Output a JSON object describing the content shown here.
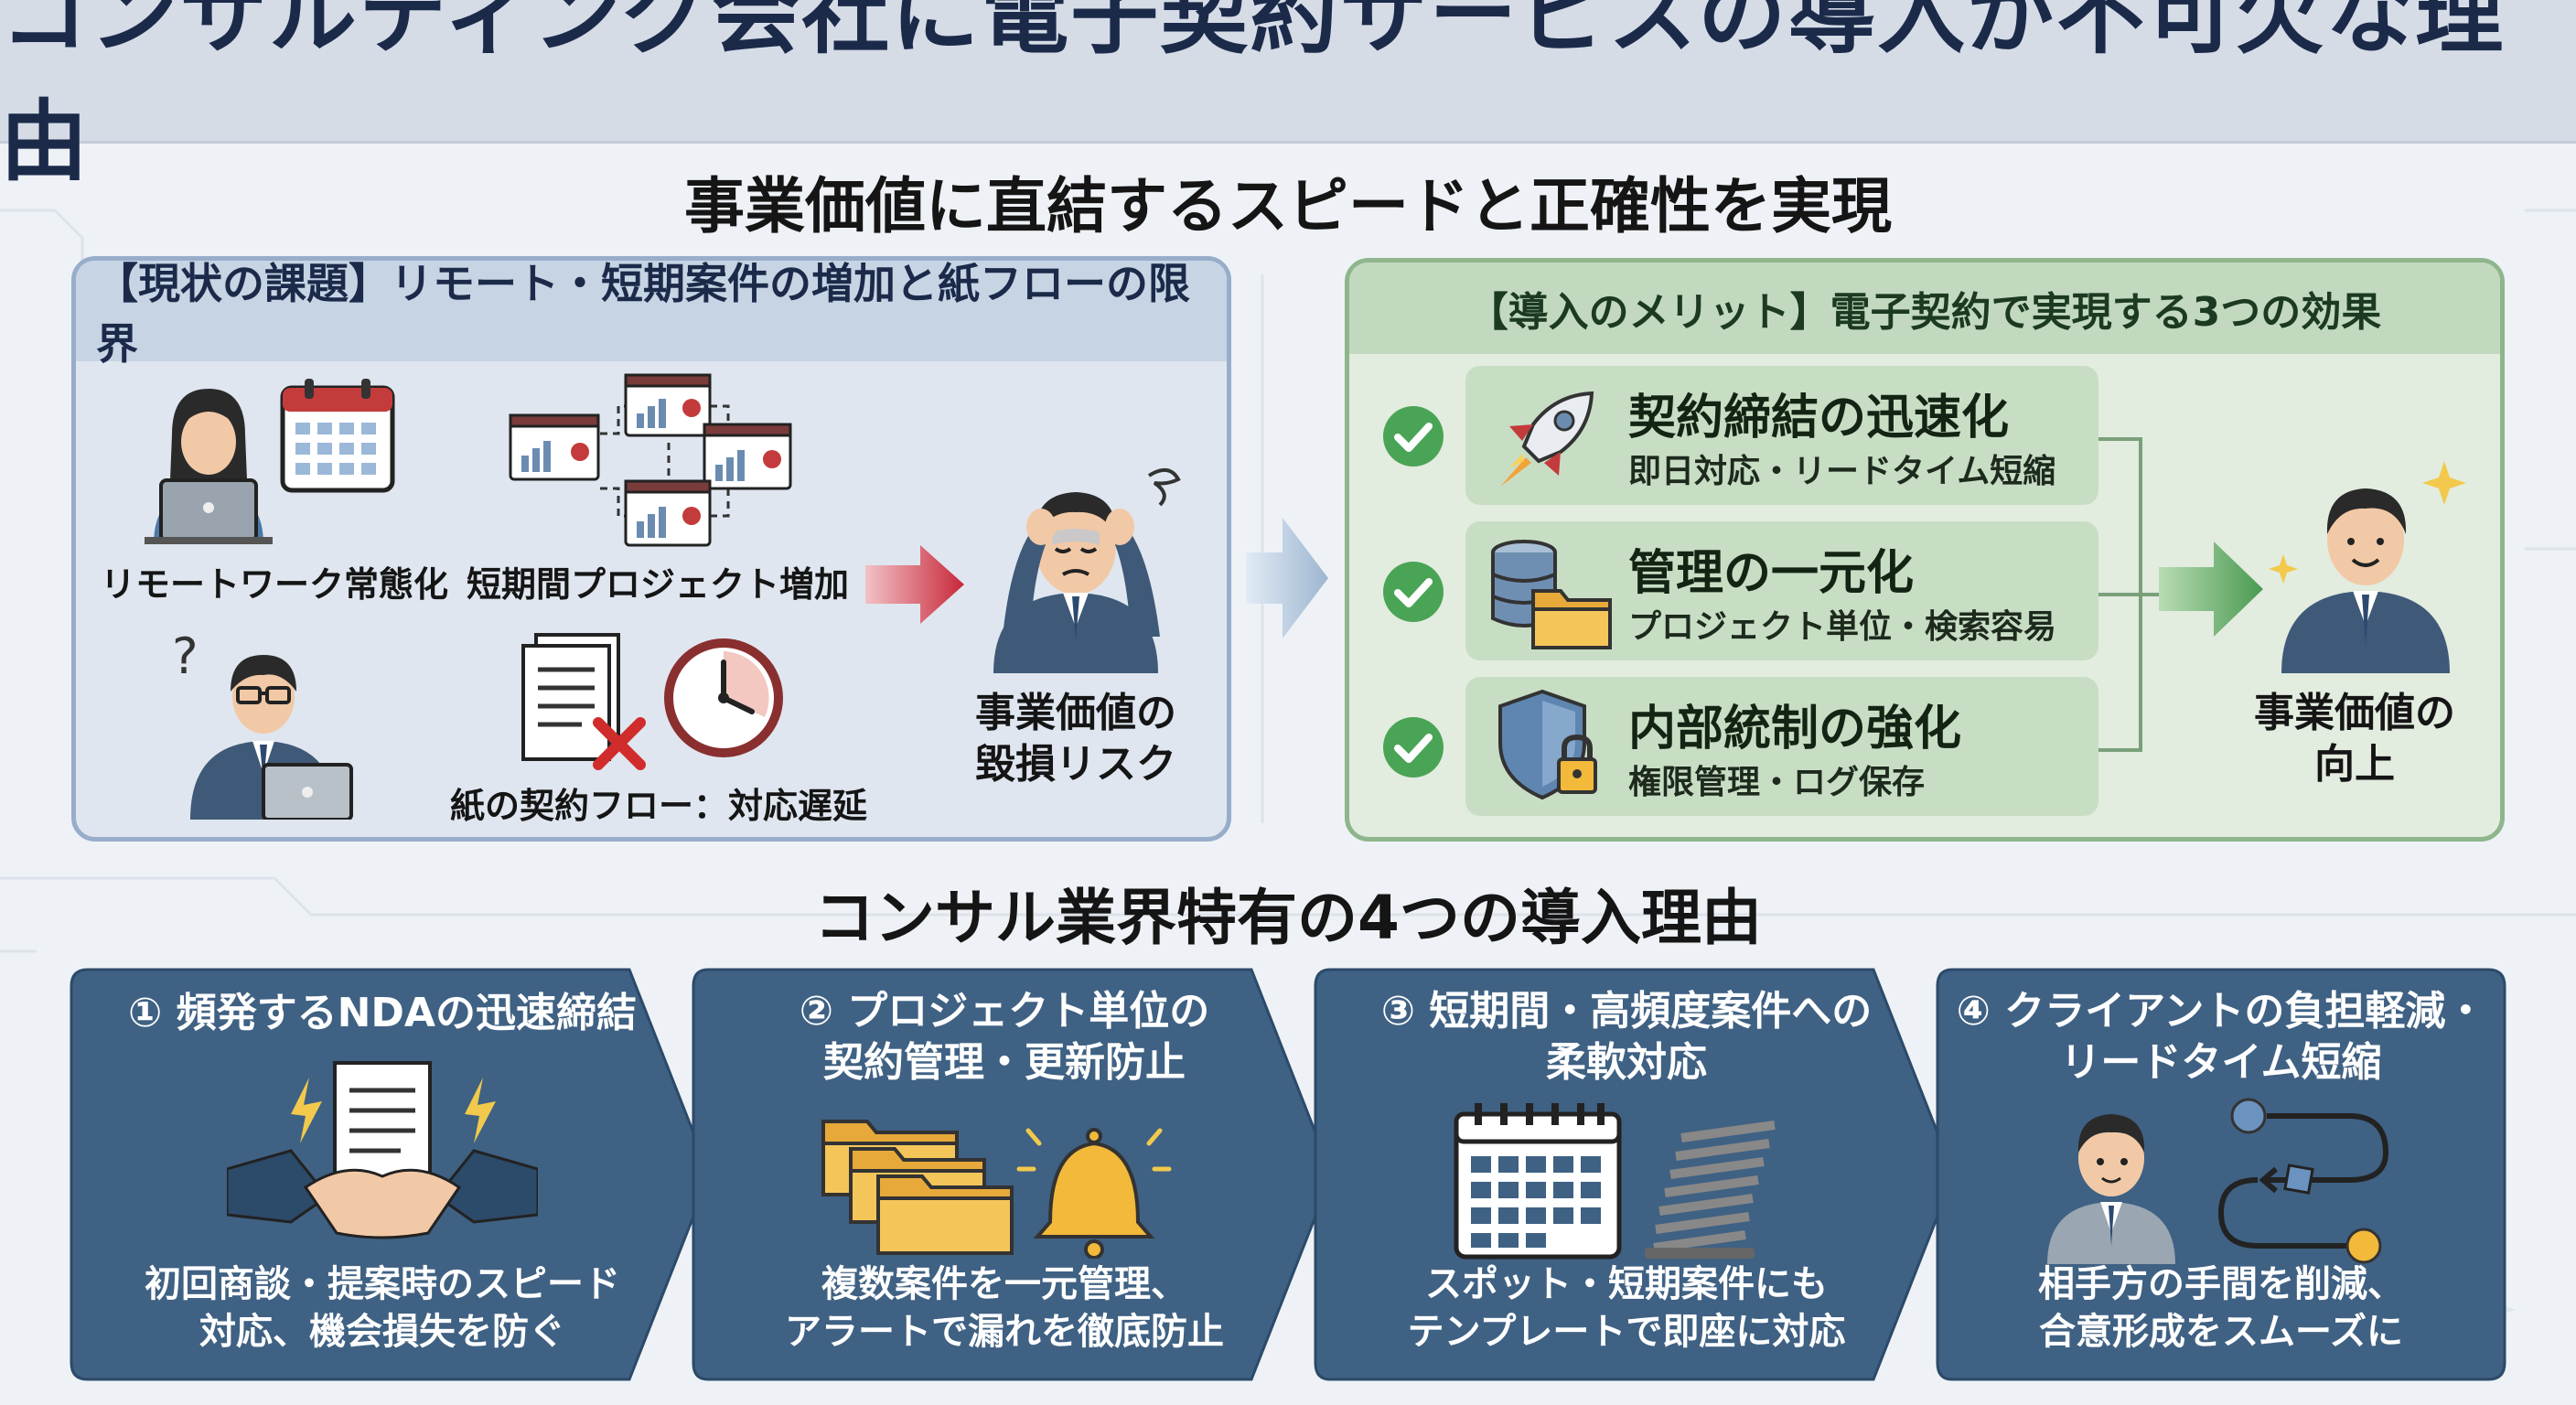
{
  "title": "コンサルティング会社に電子契約サービスの導入が不可欠な理由",
  "section1_heading": "事業価値に直結するスピードと正確性を実現",
  "section2_heading": "コンサル業界特有の4つの導入理由",
  "issues": {
    "header": "【現状の課題】リモート・短期案件の増加と紙フローの限界",
    "remote_work": "リモートワーク常態化",
    "short_projects": "短期間プロジェクト増加",
    "paper_flow": "紙の契約フロー：対応遅延",
    "risk_line1": "事業価値の",
    "risk_line2": "毀損リスク"
  },
  "benefits": {
    "header": "【導入のメリット】電子契約で実現する3つの効果",
    "items": [
      {
        "title": "契約締結の迅速化",
        "sub": "即日対応・リードタイム短縮"
      },
      {
        "title": "管理の一元化",
        "sub": "プロジェクト単位・検索容易"
      },
      {
        "title": "内部統制の強化",
        "sub": "権限管理・ログ保存"
      }
    ],
    "result_line1": "事業価値の",
    "result_line2": "向上"
  },
  "reasons": [
    {
      "title1": "① 頻発するNDAの迅速締結",
      "title2": "",
      "desc1": "初回商談・提案時のスピード",
      "desc2": "対応、機会損失を防ぐ"
    },
    {
      "title1": "② プロジェクト単位の",
      "title2": "契約管理・更新防止",
      "desc1": "複数案件を一元管理、",
      "desc2": "アラートで漏れを徹底防止"
    },
    {
      "title1": "③ 短期間・高頻度案件への",
      "title2": "柔軟対応",
      "desc1": "スポット・短期案件にも",
      "desc2": "テンプレートで即座に対応"
    },
    {
      "title1": "④ クライアントの負担軽減・",
      "title2": "リードタイム短縮",
      "desc1": "相手方の手間を削減、",
      "desc2": "合意形成をスムーズに"
    }
  ],
  "colors": {
    "navy": "#1c2a4a",
    "card": "#3f6183",
    "green": "#4aa456",
    "red_arrow": "#c8283a"
  }
}
